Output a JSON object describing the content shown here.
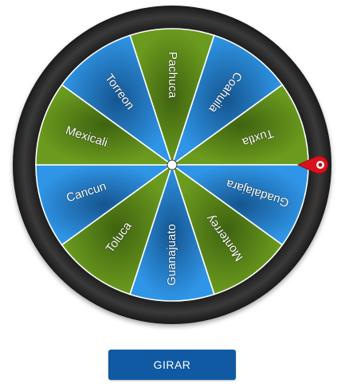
{
  "wheel": {
    "segments": [
      {
        "label": "Pachuca",
        "color": "green"
      },
      {
        "label": "Coahuila",
        "color": "blue"
      },
      {
        "label": "Tuxtla",
        "color": "green"
      },
      {
        "label": "Guadalajara",
        "color": "blue"
      },
      {
        "label": "Monterrey",
        "color": "green"
      },
      {
        "label": "Guanajuato",
        "color": "blue"
      },
      {
        "label": "Toluca",
        "color": "green"
      },
      {
        "label": "Cancun",
        "color": "blue"
      },
      {
        "label": "Mexicali",
        "color": "green"
      },
      {
        "label": "Torreon",
        "color": "blue"
      }
    ],
    "colors": {
      "green": "#6b9b1e",
      "green_dark": "#3f6310",
      "blue": "#2f95e6",
      "blue_dark": "#15558f",
      "rim": "#2b2b2b",
      "pointer": "#d8121c"
    }
  },
  "spin_button": {
    "label": "GIRAR",
    "color": "#0f5aa3"
  }
}
